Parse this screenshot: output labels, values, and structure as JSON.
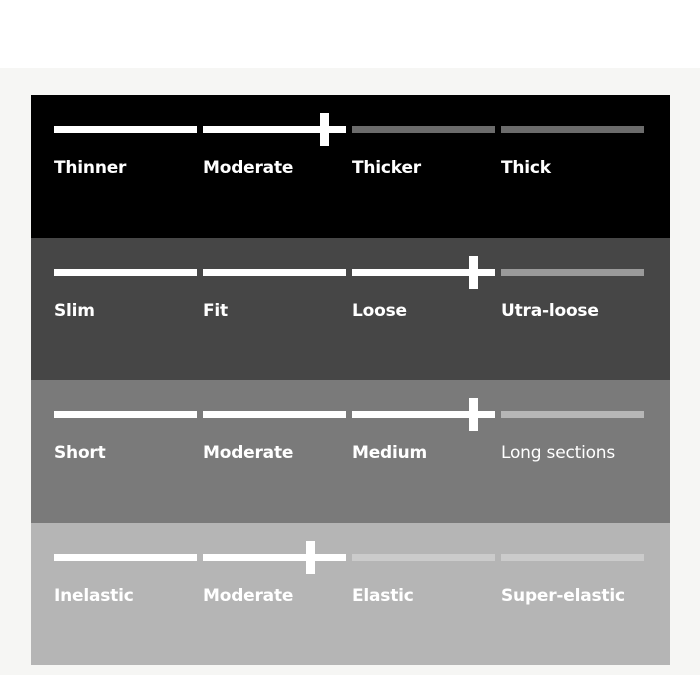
{
  "scales": [
    {
      "labels": [
        "Thinner",
        "Moderate",
        "Thicker",
        "Thick"
      ],
      "selected_index": 1,
      "marker_position": 0.85
    },
    {
      "labels": [
        "Slim",
        "Fit",
        "Loose",
        "Utra-loose"
      ],
      "selected_index": 2,
      "marker_position": 0.85
    },
    {
      "labels": [
        "Short",
        "Moderate",
        "Medium",
        "Long sections"
      ],
      "selected_index": 2,
      "marker_position": 0.85
    },
    {
      "labels": [
        "Inelastic",
        "Moderate",
        "Elastic",
        "Super-elastic"
      ],
      "selected_index": 1,
      "marker_position": 0.75
    }
  ]
}
